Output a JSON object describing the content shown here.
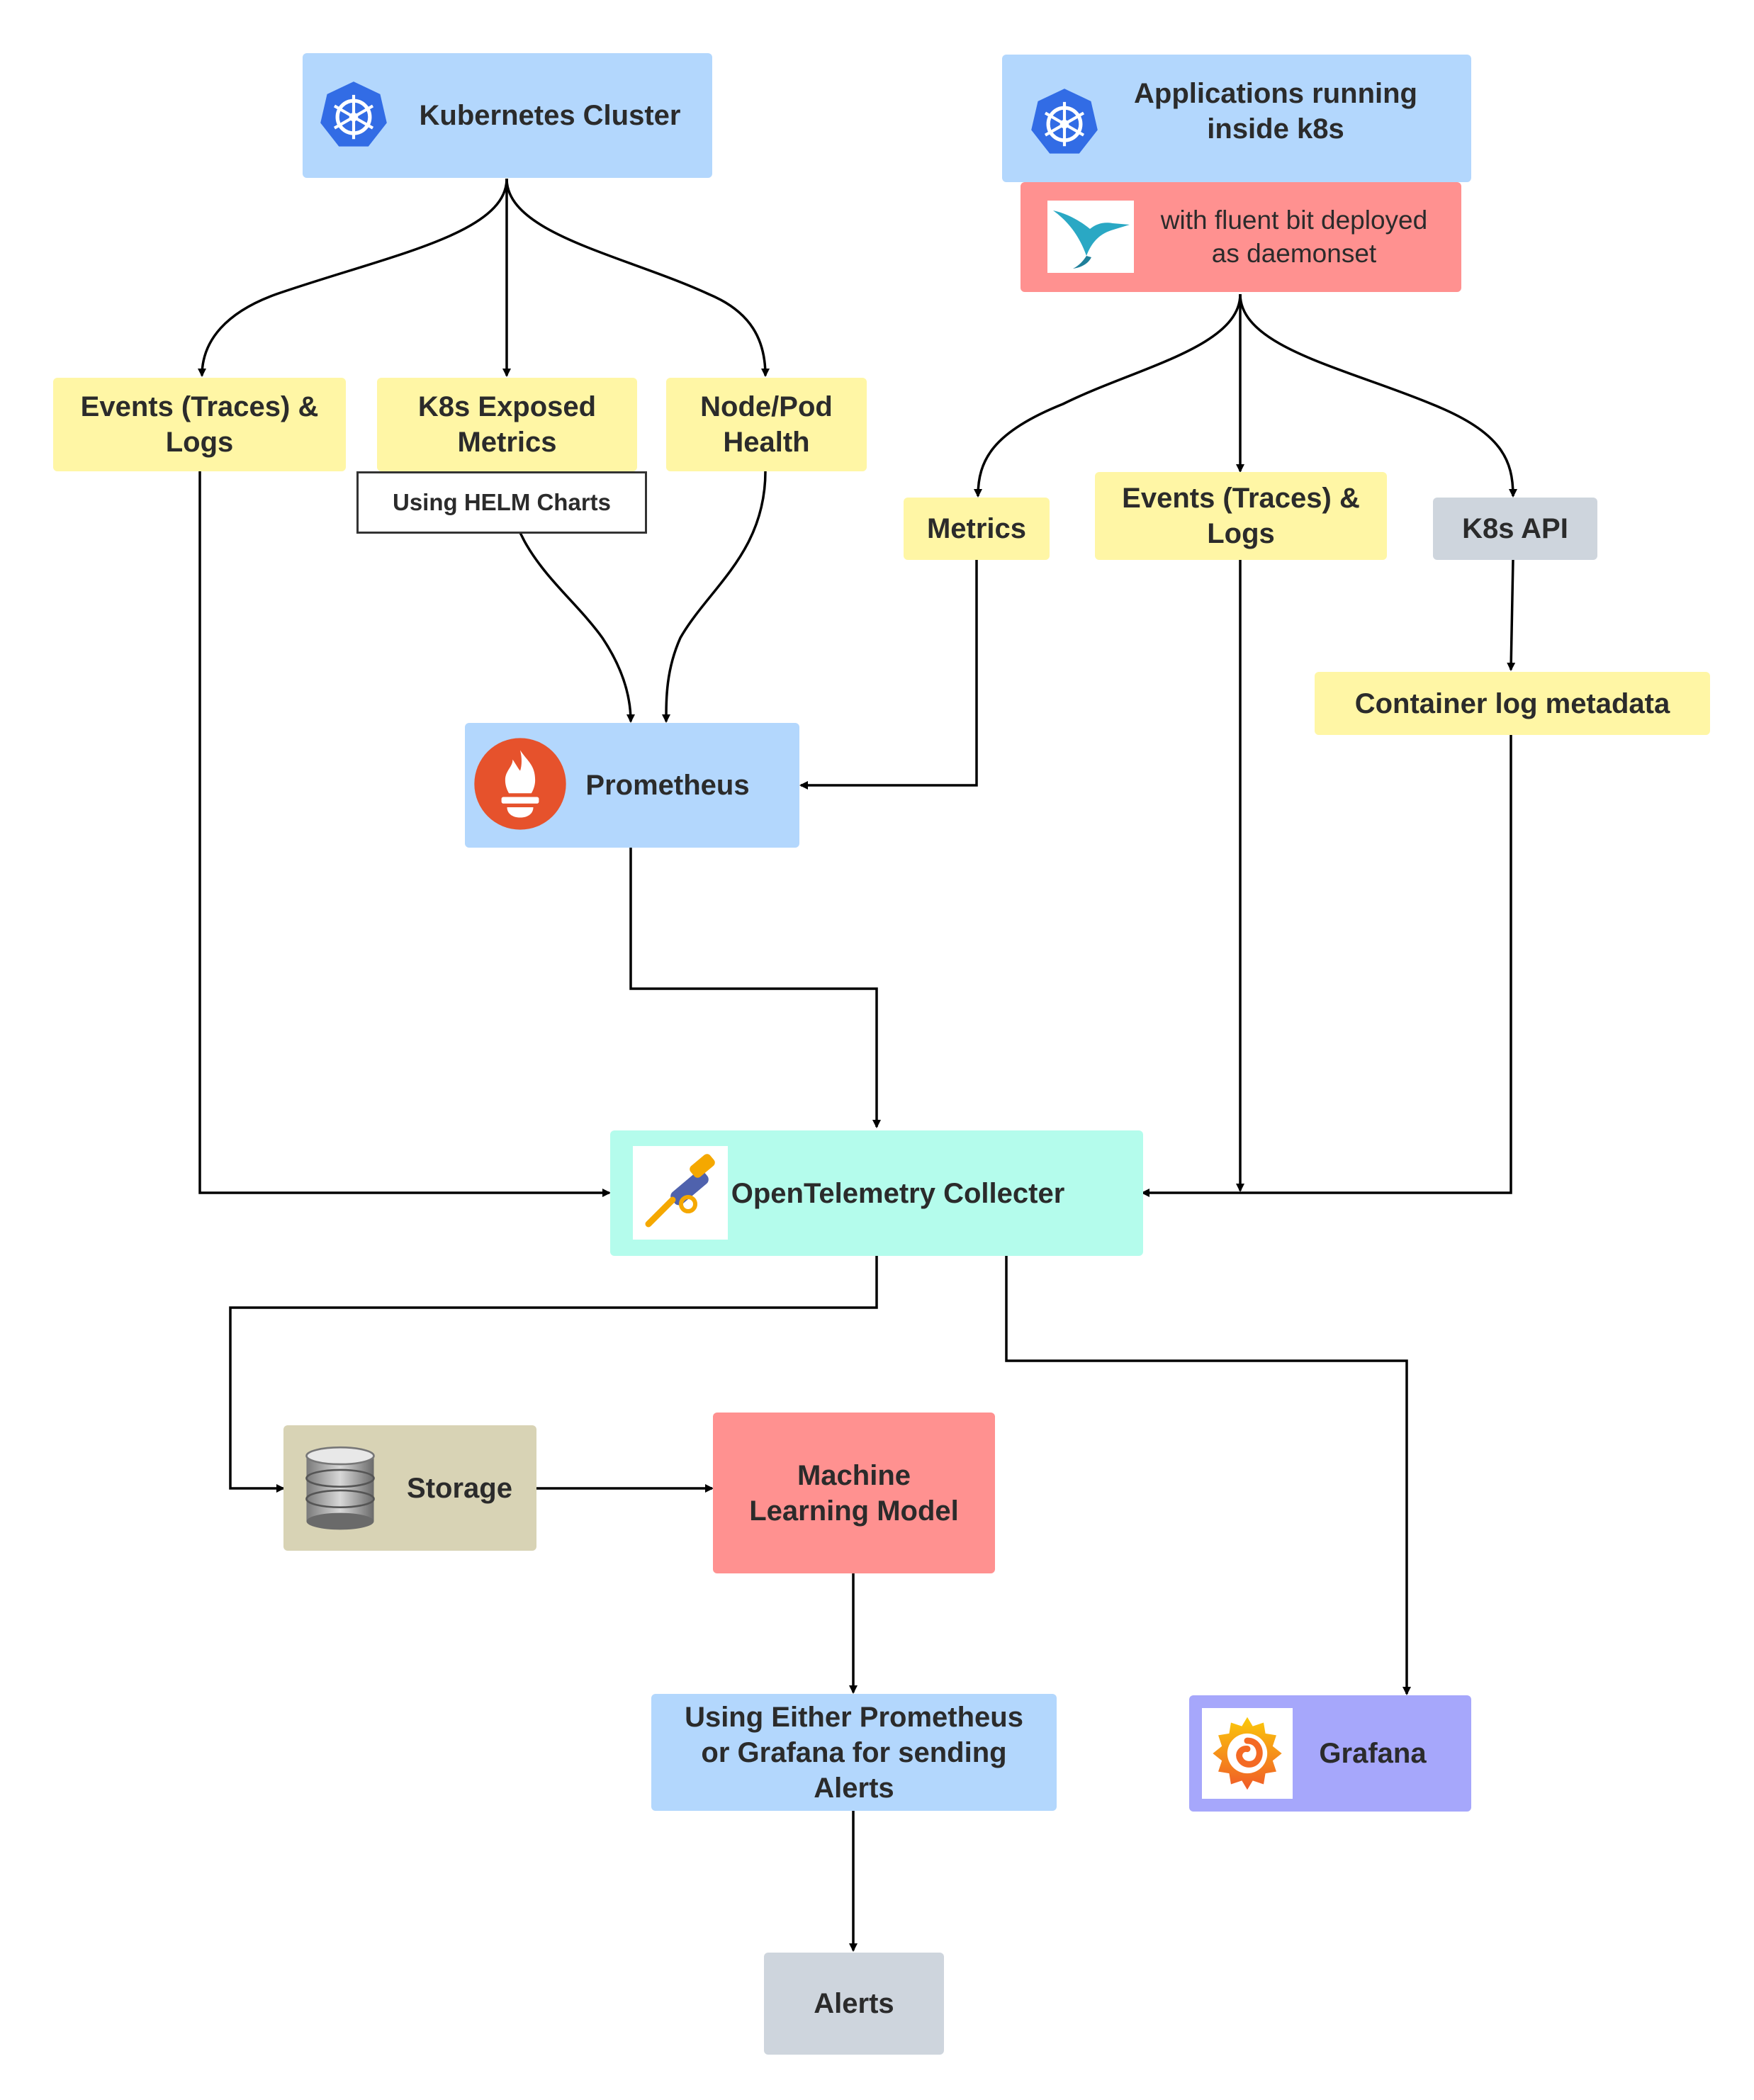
{
  "nodes": {
    "k8s_cluster": "Kubernetes Cluster",
    "apps_k8s": "Applications running\ninside k8s",
    "fluent_bit": "with fluent bit deployed\nas daemonset",
    "events_logs_left": "Events (Traces) &\nLogs",
    "k8s_metrics": "K8s Exposed\nMetrics",
    "helm_note": "Using HELM Charts",
    "node_pod_health": "Node/Pod\nHealth",
    "metrics": "Metrics",
    "events_logs_right": "Events (Traces) &\nLogs",
    "k8s_api": "K8s API",
    "container_meta": "Container log metadata",
    "prometheus": "Prometheus",
    "otel": "OpenTelemetry Collecter",
    "storage": "Storage",
    "ml_model": "Machine\nLearning Model",
    "alert_tooling": "Using Either Prometheus\nor Grafana for sending\nAlerts",
    "grafana": "Grafana",
    "alerts": "Alerts"
  },
  "icons": {
    "k8s_cluster": "kubernetes-icon",
    "apps_k8s": "kubernetes-icon",
    "fluent_bit": "hummingbird-icon",
    "prometheus": "prometheus-flame-icon",
    "otel": "telescope-icon",
    "storage": "database-icon",
    "grafana": "grafana-swirl-icon"
  },
  "colors": {
    "blue": "#b3d7fd",
    "yellow": "#fff6a5",
    "red": "#ff9190",
    "grey": "#ced5dd",
    "mint": "#b4fcec",
    "tan": "#d8d3b5",
    "purple": "#a6a7fb",
    "edge": "#000000"
  }
}
